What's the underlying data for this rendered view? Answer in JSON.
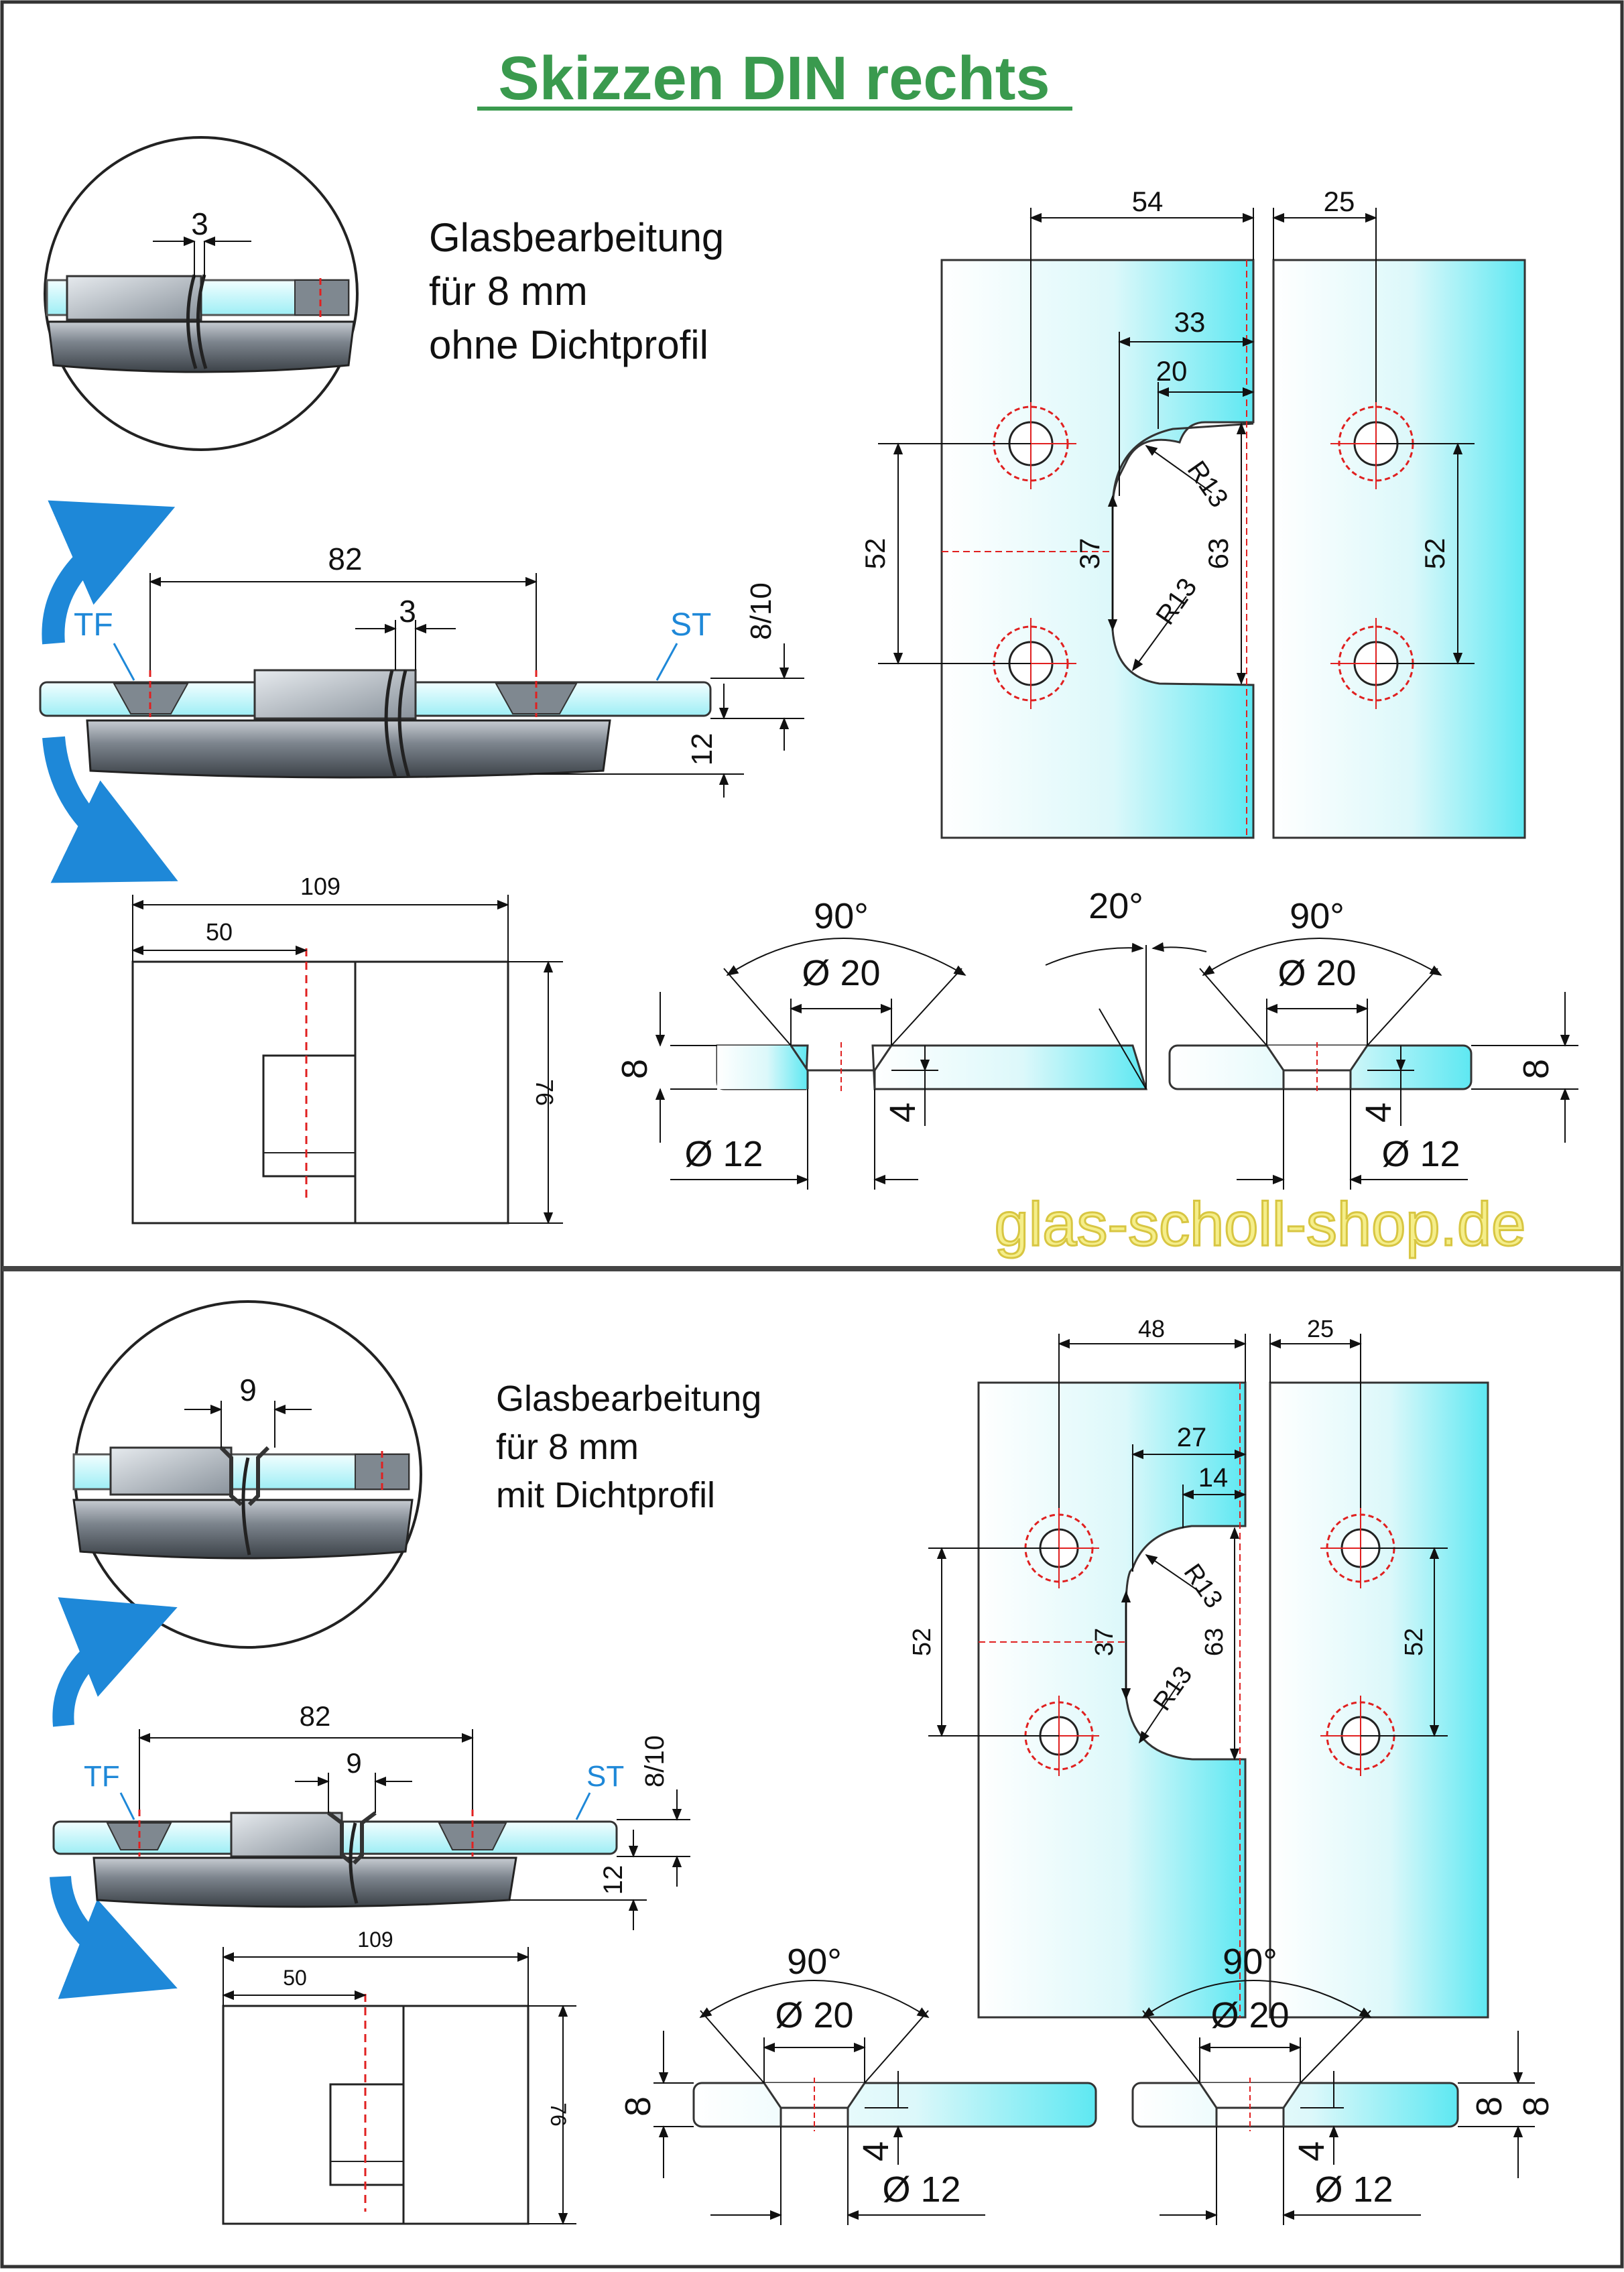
{
  "page_title": "Skizzen DIN rechts",
  "watermark": "glas-scholl-shop.de",
  "top": {
    "note": [
      "Glasbearbeitung",
      "für 8 mm",
      "ohne Dichtprofil"
    ],
    "detail_gap": "3",
    "hinge": {
      "span": "82",
      "gap": "3",
      "tf": "TF",
      "st": "ST",
      "glass": "8/10",
      "body": "12"
    },
    "front": {
      "width": "109",
      "half": "50",
      "height": "76"
    },
    "panel": {
      "w54": "54",
      "w25": "25",
      "w33": "33",
      "w20": "20",
      "r_top": "R13",
      "r_bot": "R13",
      "h52": "52",
      "h37": "37",
      "h63": "63",
      "h52b": "52"
    },
    "cs_left": {
      "angle": "90°",
      "dia_top": "Ø 20",
      "thick": "8",
      "depth": "4",
      "dia_bot": "Ø 12",
      "bevel": "20°"
    },
    "cs_right": {
      "angle": "90°",
      "dia_top": "Ø 20",
      "thick": "8",
      "depth": "4",
      "dia_bot": "Ø 12"
    }
  },
  "bottom": {
    "note": [
      "Glasbearbeitung",
      "für 8 mm",
      "mit Dichtprofil"
    ],
    "detail_gap": "9",
    "hinge": {
      "span": "82",
      "gap": "9",
      "tf": "TF",
      "st": "ST",
      "glass": "8/10",
      "body": "12"
    },
    "front": {
      "width": "109",
      "half": "50",
      "height": "76"
    },
    "panel": {
      "w48": "48",
      "w25": "25",
      "w27": "27",
      "w14": "14",
      "r_top": "R13",
      "r_bot": "R13",
      "h52": "52",
      "h37": "37",
      "h63": "63",
      "h52b": "52"
    },
    "cs_left": {
      "angle": "90°",
      "dia_top": "Ø 20",
      "thick": "8",
      "depth": "4",
      "dia_bot": "Ø 12"
    },
    "cs_right": {
      "angle": "90°",
      "dia_top": "Ø 20",
      "thick": "8",
      "depth": "4",
      "dia_bot": "Ø 12",
      "thick2": "8"
    }
  },
  "colors": {
    "title": "#3a9a4e",
    "arrow": "#1e88d8",
    "glass": "#c8f2f6",
    "metal": "#6e7680",
    "centerline": "#e02020",
    "watermark": "#f5ee8a"
  }
}
